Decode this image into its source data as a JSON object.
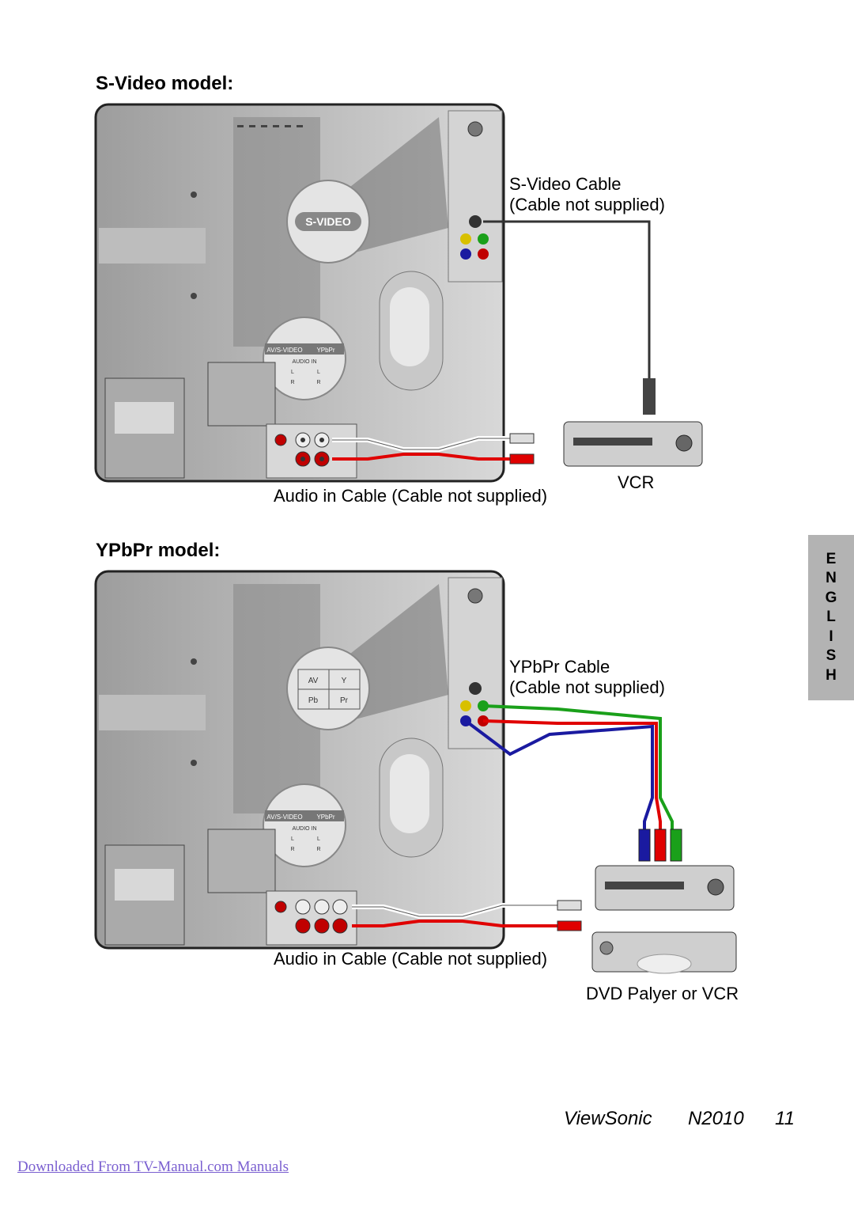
{
  "section1": {
    "heading": "S-Video model:",
    "panel_badge": "S-VIDEO",
    "audio_panel": {
      "tab1": "AV/S-VIDEO",
      "tab2": "YPbPr",
      "title": "AUDIO IN",
      "l": "L",
      "r": "R"
    },
    "cable_label_line1": "S-Video Cable",
    "cable_label_line2": "(Cable not supplied)",
    "audio_label": "Audio in Cable (Cable not supplied)",
    "device_label": "VCR"
  },
  "section2": {
    "heading": "YPbPr model:",
    "panel_badge": {
      "av": "AV",
      "y": "Y",
      "pb": "Pb",
      "pr": "Pr"
    },
    "audio_panel": {
      "tab1": "AV/S-VIDEO",
      "tab2": "YPbPr",
      "title": "AUDIO IN",
      "l": "L",
      "r": "R"
    },
    "cable_label_line1": "YPbPr Cable",
    "cable_label_line2": "(Cable not supplied)",
    "audio_label": "Audio in Cable (Cable not supplied)",
    "device_label": "DVD Palyer or VCR"
  },
  "side_tab": [
    "E",
    "N",
    "G",
    "L",
    "I",
    "S",
    "H"
  ],
  "footer": {
    "brand": "ViewSonic",
    "model": "N2010",
    "page": "11"
  },
  "download_link": "Downloaded From TV-Manual.com Manuals",
  "colors": {
    "red": "#e00000",
    "green": "#1aa01a",
    "blue": "#1a1aa0",
    "panel_gray": "#c8c8c8",
    "tab_gray": "#b3b3b3"
  }
}
